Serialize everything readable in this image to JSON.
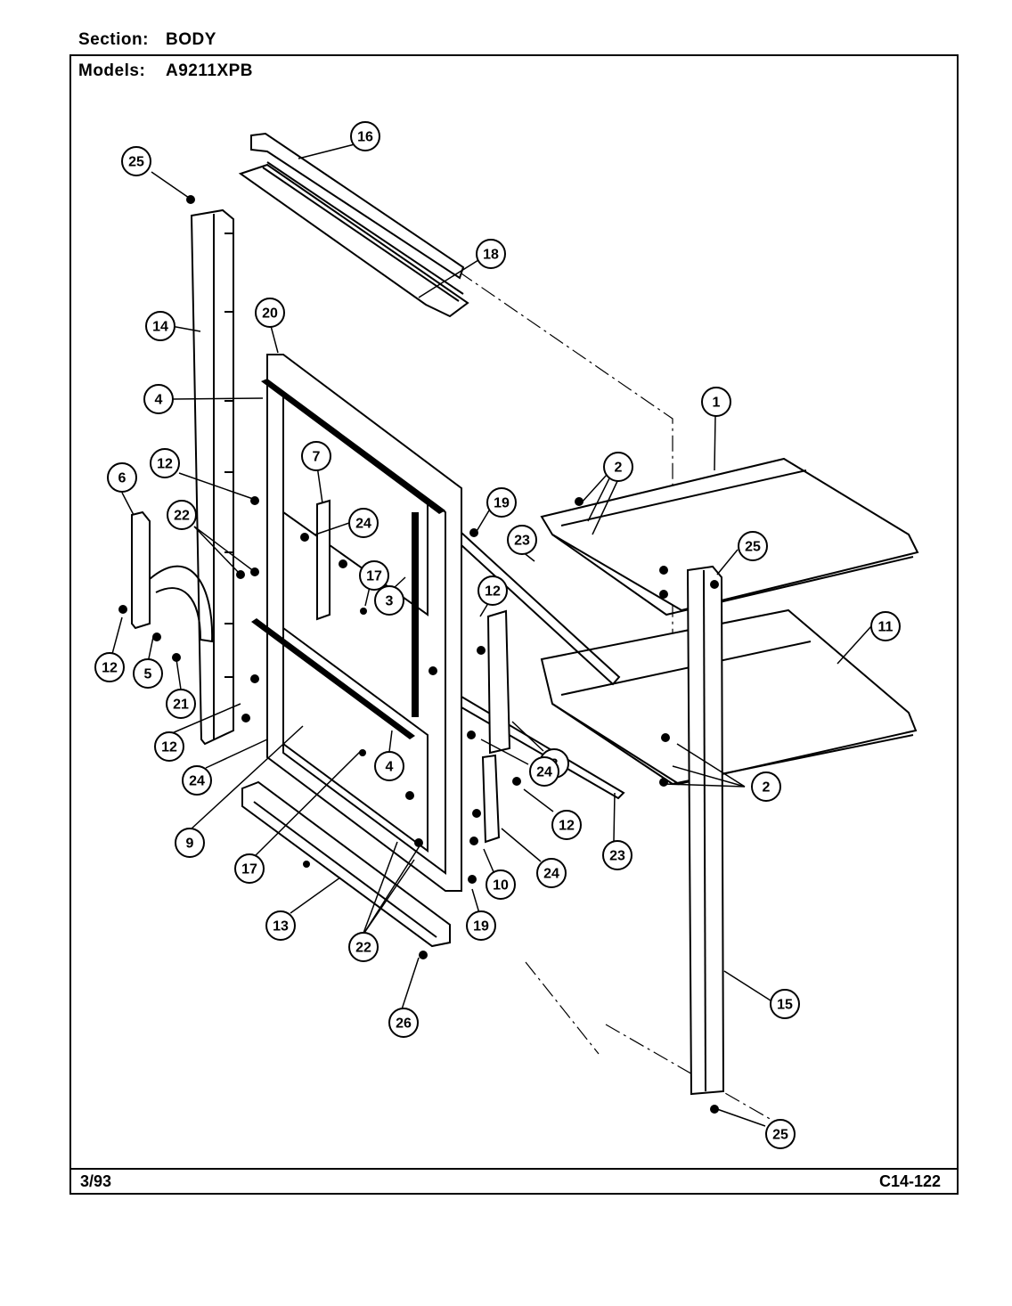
{
  "header": {
    "section_label": "Section:",
    "section_value": "BODY",
    "models_label": "Models:",
    "models_value": "A9211XPB"
  },
  "footer": {
    "date": "3/93",
    "code": "C14-122"
  },
  "callouts": [
    {
      "id": "c25a",
      "label": "25"
    },
    {
      "id": "c16",
      "label": "16"
    },
    {
      "id": "c18",
      "label": "18"
    },
    {
      "id": "c14",
      "label": "14"
    },
    {
      "id": "c20",
      "label": "20"
    },
    {
      "id": "c4a",
      "label": "4"
    },
    {
      "id": "c1",
      "label": "1"
    },
    {
      "id": "c2a",
      "label": "2"
    },
    {
      "id": "c6",
      "label": "6"
    },
    {
      "id": "c12a",
      "label": "12"
    },
    {
      "id": "c7",
      "label": "7"
    },
    {
      "id": "c22a",
      "label": "22"
    },
    {
      "id": "c24a",
      "label": "24"
    },
    {
      "id": "c19a",
      "label": "19"
    },
    {
      "id": "c25b",
      "label": "25"
    },
    {
      "id": "c23a",
      "label": "23"
    },
    {
      "id": "c17a",
      "label": "17"
    },
    {
      "id": "c12b",
      "label": "12"
    },
    {
      "id": "c3",
      "label": "3"
    },
    {
      "id": "c11",
      "label": "11"
    },
    {
      "id": "c12c",
      "label": "12"
    },
    {
      "id": "c5",
      "label": "5"
    },
    {
      "id": "c21",
      "label": "21"
    },
    {
      "id": "c8",
      "label": "8"
    },
    {
      "id": "c12d",
      "label": "12"
    },
    {
      "id": "c24b",
      "label": "24"
    },
    {
      "id": "c4b",
      "label": "4"
    },
    {
      "id": "c24c",
      "label": "24"
    },
    {
      "id": "c2b",
      "label": "2"
    },
    {
      "id": "c12e",
      "label": "12"
    },
    {
      "id": "c9",
      "label": "9"
    },
    {
      "id": "c17b",
      "label": "17"
    },
    {
      "id": "c23b",
      "label": "23"
    },
    {
      "id": "c24d",
      "label": "24"
    },
    {
      "id": "c10",
      "label": "10"
    },
    {
      "id": "c13",
      "label": "13"
    },
    {
      "id": "c19b",
      "label": "19"
    },
    {
      "id": "c22b",
      "label": "22"
    },
    {
      "id": "c15",
      "label": "15"
    },
    {
      "id": "c26",
      "label": "26"
    },
    {
      "id": "c25c",
      "label": "25"
    }
  ]
}
